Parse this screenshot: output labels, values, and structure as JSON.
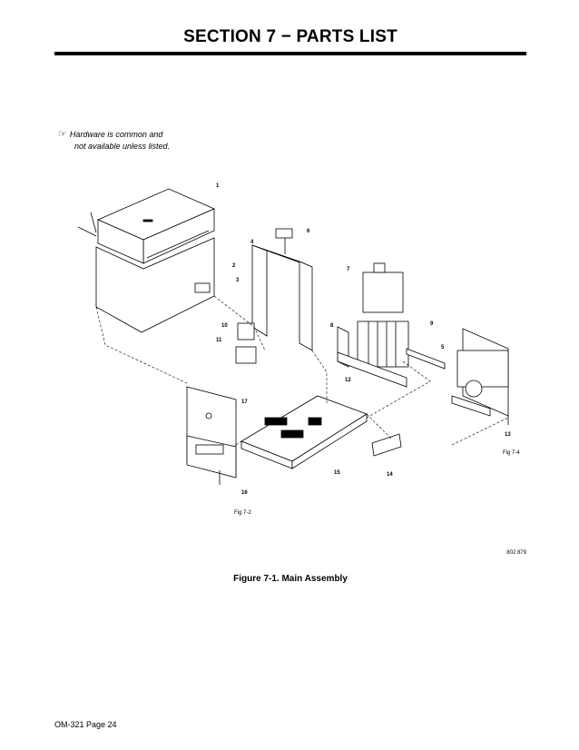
{
  "header": {
    "title": "SECTION 7 − PARTS LIST"
  },
  "note": {
    "icon": "pointing-hand-icon",
    "line1": "Hardware is common and",
    "line2": "not available unless listed."
  },
  "diagram": {
    "callouts": [
      "1",
      "2",
      "3",
      "4",
      "5",
      "6",
      "7",
      "8",
      "9",
      "10",
      "11",
      "12",
      "13",
      "14",
      "15",
      "16",
      "17"
    ],
    "fig_refs": [
      "Fig 7-2",
      "Fig 7-4"
    ]
  },
  "drawing_number": "802 879",
  "figure_caption": "Figure 7-1. Main Assembly",
  "footer": {
    "page": "OM-321 Page 24"
  }
}
